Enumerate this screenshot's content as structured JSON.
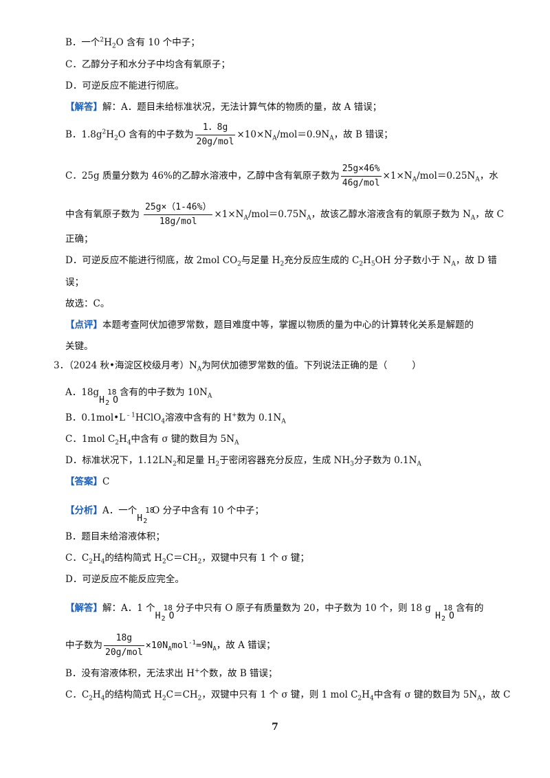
{
  "lines": {
    "b1": "B．一个",
    "b1_sup": "2",
    "b1_rest": "H",
    "b1_sub": "2",
    "b1_end": "O 含有 10 个中子；",
    "c1": "C．乙醇分子和水分子中均含有氧原子；",
    "d1": "D．可逆反应不能进行彻底。",
    "ans_tag": "【解答】",
    "ans_a": "解：A．题目未给标准状况，无法计算气体的物质的量，故 A 错误；",
    "b2_pre": "B．1.8g",
    "b2_mid": "H",
    "b2_mid2": "O 含有的中子数为",
    "b2_num": "1．8g",
    "b2_den": "20g/mol",
    "b2_post": "×10×N",
    "b2_post2": "/mol＝0.9N",
    "b2_end": "，故 B 错误；",
    "c2_pre": "C．25g 质量分数为 46%的乙醇水溶液中，乙醇中含有氧原子数为",
    "c2_num": "25g×46%",
    "c2_den": "46g/mol",
    "c2_post": "×1×N",
    "c2_post2": "/mol＝0.25N",
    "c2_end": "，水",
    "c3_pre": "中含有氧原子数为",
    "c3_num": "25g×（1-46%）",
    "c3_den": "18g/mol",
    "c3_post": "×1×N",
    "c3_post2": "/mol＝0.75N",
    "c3_mid": "，故该乙醇水溶液含有的氧原子数为 N",
    "c3_end": "，故 C",
    "c4": "正确；",
    "d2_pre": "D．可逆反应不能进行彻底，故 2mol CO",
    "d2_mid": "与足量 H",
    "d2_mid2": "充分反应生成的 C",
    "d2_mid3": "H",
    "d2_mid4": "OH 分子数小于 N",
    "d2_end": "，故 D 错",
    "d3": "误；",
    "choose": "故选：C。",
    "comment_tag": "【点评】",
    "comment": "本题考查阿伏加德罗常数，题目难度中等，掌握以物质的量为中心的计算转化关系是解题的",
    "comment2": "关键。",
    "q3_pre": "3．（2024 秋•海淀区校级月考）N",
    "q3_post": "为阿伏加德罗常数的值。下列说法正确的是（",
    "q3_close": "）",
    "qa_pre": "A．18g",
    "qa_post": "含有的中子数为 10N",
    "qb_pre": "B．0.1mol•L",
    "qb_sup": "﹣1",
    "qb_mid": "HClO",
    "qb_mid2": "溶液中含有的 H",
    "qb_sup2": "+",
    "qb_end": "数为 0.1N",
    "qc_pre": "C．1mol  C",
    "qc_mid": "H",
    "qc_end": "中含有 σ 键的数目为 5N",
    "qd_pre": "D．标准状况下，1.12LN",
    "qd_mid": "和足量 H",
    "qd_mid2": "于密闭容器充分反应，生成 NH",
    "qd_end": "分子数为 0.1N",
    "answer_tag": "【答案】",
    "answer": "C",
    "analysis_tag": "【分析】",
    "an_a_pre": "A．一个",
    "an_a_post": "O 分子中含有 10 个中子；",
    "an_b": "B．题目未给溶液体积；",
    "an_c_pre": "C．C",
    "an_c_mid": "H",
    "an_c_mid2": "的结构简式 H",
    "an_c_mid3": "C＝CH",
    "an_c_end": "，双键中只有 1 个 σ 键；",
    "an_d": "D．可逆反应不能反应完全。",
    "sol_tag": "【解答】",
    "sol_a_pre": "解：A．1 个",
    "sol_a_mid": "分子中只有 O 原子有质量数为 20，中子数为 10 个，则 18 g",
    "sol_a_end": "含有的",
    "sol_a2_pre": "中子数为",
    "sol_a2_num": "18g",
    "sol_a2_den": "20g/mol",
    "sol_a2_mid": "×10N",
    "sol_a2_mid2": "mol",
    "sol_a2_sup": "-1",
    "sol_a2_mid3": "=9N",
    "sol_a2_end": "，故 A 错误；",
    "sol_b_pre": "B．没有溶液体积，无法求出 H",
    "sol_b_sup": "+",
    "sol_b_end": "个数，故 B 错误；",
    "sol_c_pre": "C．C",
    "sol_c_mid": "H",
    "sol_c_mid2": "的结构简式 H",
    "sol_c_mid3": "C＝CH",
    "sol_c_mid4": "，双键中只有 1 个 σ 键，则 1  mol  C",
    "sol_c_mid5": "H",
    "sol_c_mid6": "中含有 σ 键的数目为 5N",
    "sol_c_end": "，故 C",
    "sub_a": "A",
    "sub_2": "2",
    "sub_3": "3",
    "sub_4": "4",
    "sub_5": "5",
    "h": "H",
    "o": "O",
    "iso18": "18"
  },
  "page_number": "7",
  "colors": {
    "tag": "#1f5fb3",
    "text": "#111111"
  }
}
